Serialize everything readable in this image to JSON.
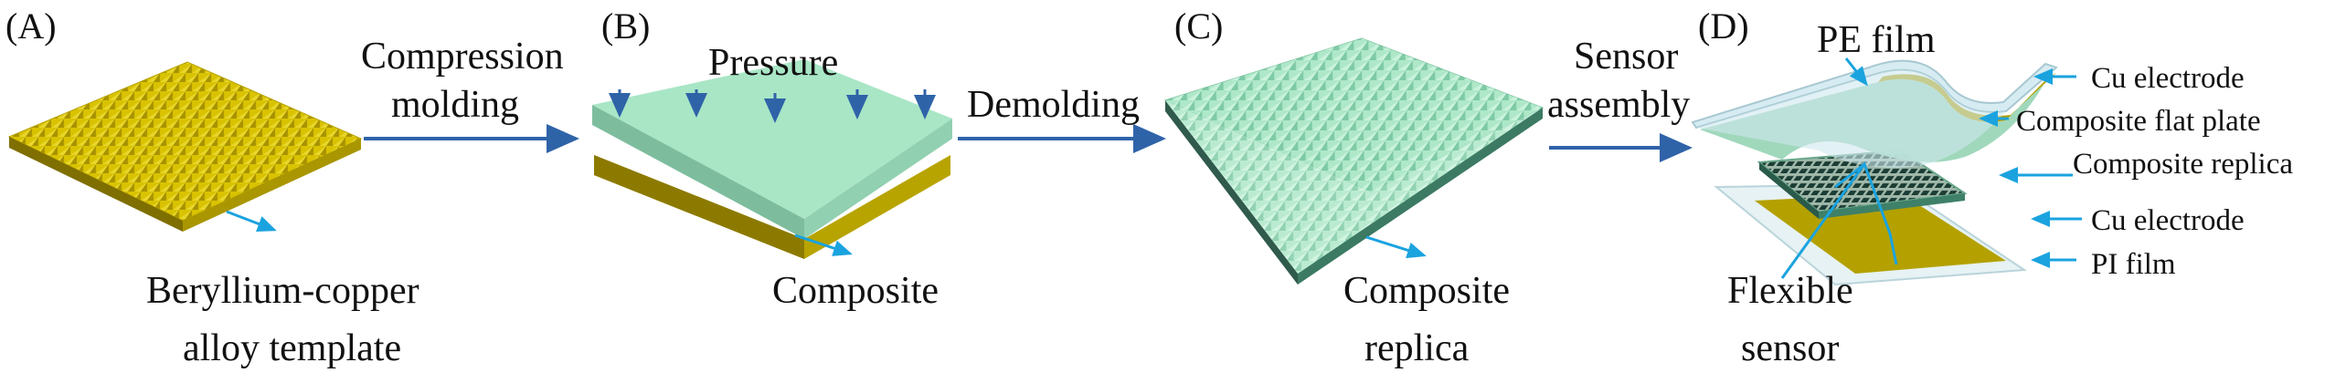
{
  "panels": {
    "a": {
      "label": "(A)",
      "caption_line1": "Beryllium-copper",
      "caption_line2": "alloy template"
    },
    "b": {
      "label": "(B)",
      "top_label": "Pressure",
      "caption": "Composite"
    },
    "c": {
      "label": "(C)",
      "caption_line1": "Composite",
      "caption_line2": "replica"
    },
    "d": {
      "label": "(D)",
      "top_label": "PE film",
      "caption_line1": "Flexible",
      "caption_line2": "sensor",
      "callouts": [
        "Cu electrode",
        "Composite flat plate",
        "Composite replica",
        "Cu electrode",
        "PI film"
      ]
    }
  },
  "steps": {
    "ab_line1": "Compression",
    "ab_line2": "molding",
    "bc": "Demolding",
    "cd_line1": "Sensor",
    "cd_line2": "assembly"
  },
  "colors": {
    "gold": "#c8b400",
    "gold_dark": "#8c7a00",
    "green": "#a9e6c6",
    "green_side": "#2f6b57",
    "arrow_blue": "#2f63a8",
    "callout_blue": "#1aa3df"
  }
}
